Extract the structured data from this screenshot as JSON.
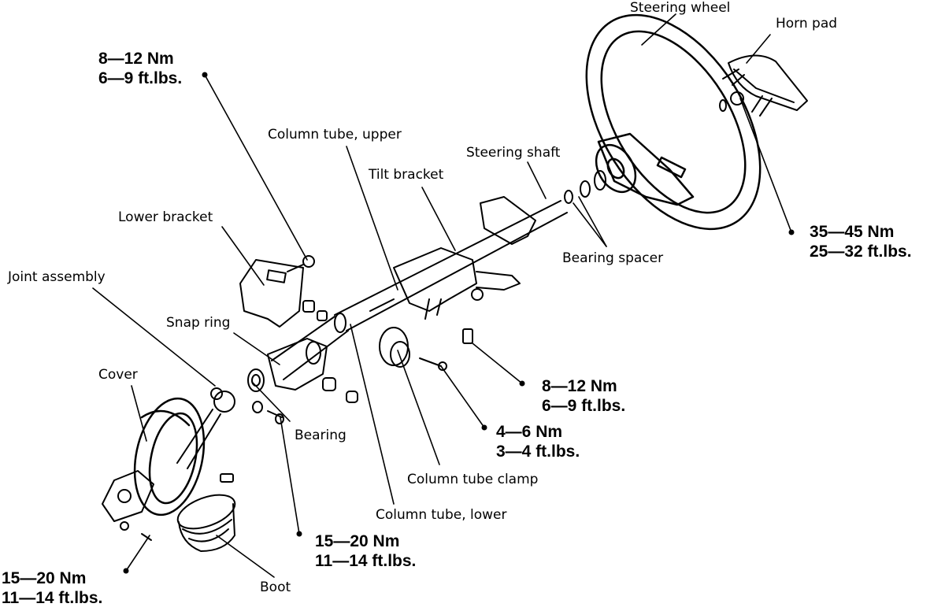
{
  "labels": {
    "steering_wheel": "Steering wheel",
    "horn_pad": "Horn pad",
    "column_tube_upper": "Column tube, upper",
    "steering_shaft": "Steering shaft",
    "tilt_bracket": "Tilt bracket",
    "lower_bracket": "Lower bracket",
    "bearing_spacer": "Bearing spacer",
    "joint_assembly": "Joint assembly",
    "snap_ring": "Snap ring",
    "cover": "Cover",
    "bearing": "Bearing",
    "column_tube_clamp": "Column tube clamp",
    "column_tube_lower": "Column tube, lower",
    "boot": "Boot"
  },
  "torques": {
    "top_bolt": {
      "nm": "8—12 Nm",
      "ftlb": "6—9 ft.lbs."
    },
    "wheel_nut": {
      "nm": "35—45 Nm",
      "ftlb": "25—32 ft.lbs."
    },
    "tilt_bolt": {
      "nm": "8—12 Nm",
      "ftlb": "6—9 ft.lbs."
    },
    "clamp_bolt": {
      "nm": "4—6 Nm",
      "ftlb": "3—4 ft.lbs."
    },
    "joint_bolt": {
      "nm": "15—20 Nm",
      "ftlb": "11—14 ft.lbs."
    },
    "cover_bolt": {
      "nm": "15—20 Nm",
      "ftlb": "11—14 ft.lbs."
    }
  },
  "colors": {
    "ink": "#000000",
    "paper": "#ffffff"
  }
}
